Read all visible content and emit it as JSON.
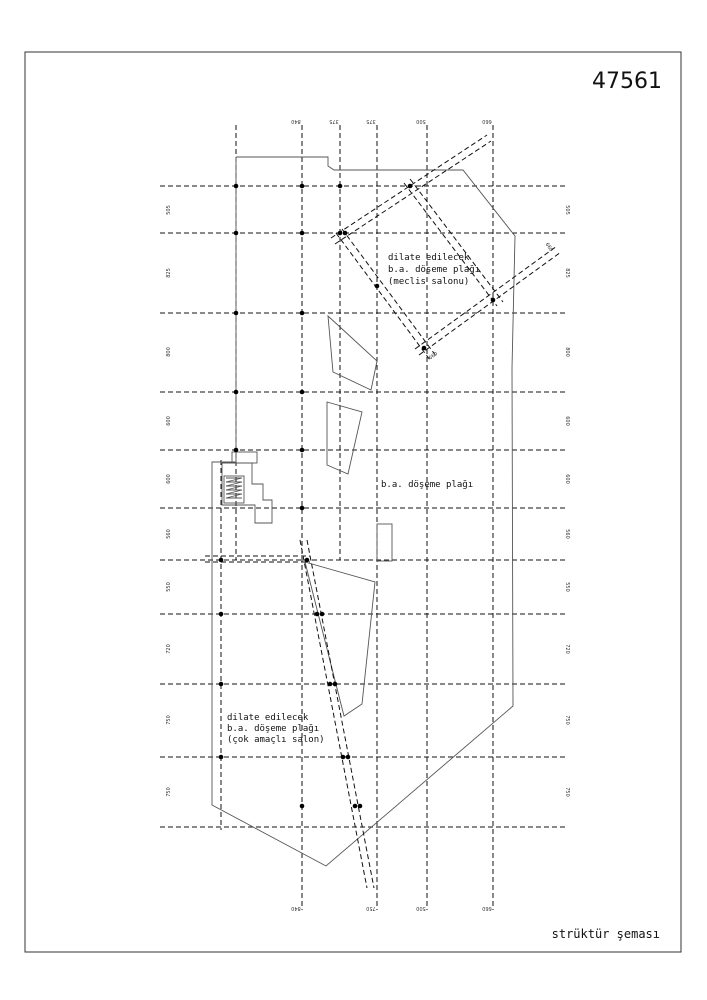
{
  "sheet_number": "47561",
  "sheet_title": "strüktür şeması",
  "notes": {
    "upper_dilate": [
      "dilate edilecek",
      "b.a. döşeme plağı",
      "(meclis salonu)"
    ],
    "center_slab": "b.a. döşeme plağı",
    "lower_dilate": [
      "dilate edilecek",
      "b.a. döşeme plağı",
      "(çok amaçlı salon)"
    ]
  },
  "dimensions": {
    "top": [
      "840",
      "375",
      "375",
      "500",
      "660"
    ],
    "bottom": [
      "840",
      "750",
      "500",
      "660"
    ],
    "left": [
      "505",
      "825",
      "800",
      "600",
      "600",
      "560",
      "550",
      "720",
      "750",
      "750"
    ],
    "right": [
      "505",
      "825",
      "800",
      "600",
      "600",
      "560",
      "550",
      "720",
      "750",
      "750"
    ],
    "diagonal_upper_right": "660",
    "diagonal_lower": "660"
  }
}
